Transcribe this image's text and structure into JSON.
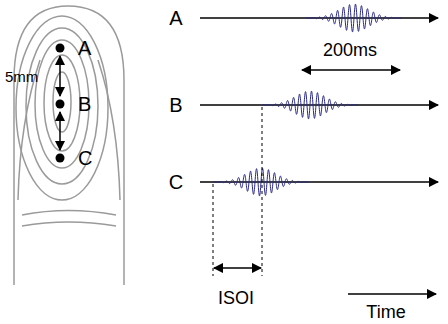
{
  "diagram": {
    "labels": [
      "A",
      "B",
      "C",
      "5mm",
      "A",
      "B",
      "C",
      "200ms",
      "ISOI",
      "Time"
    ]
  }
}
